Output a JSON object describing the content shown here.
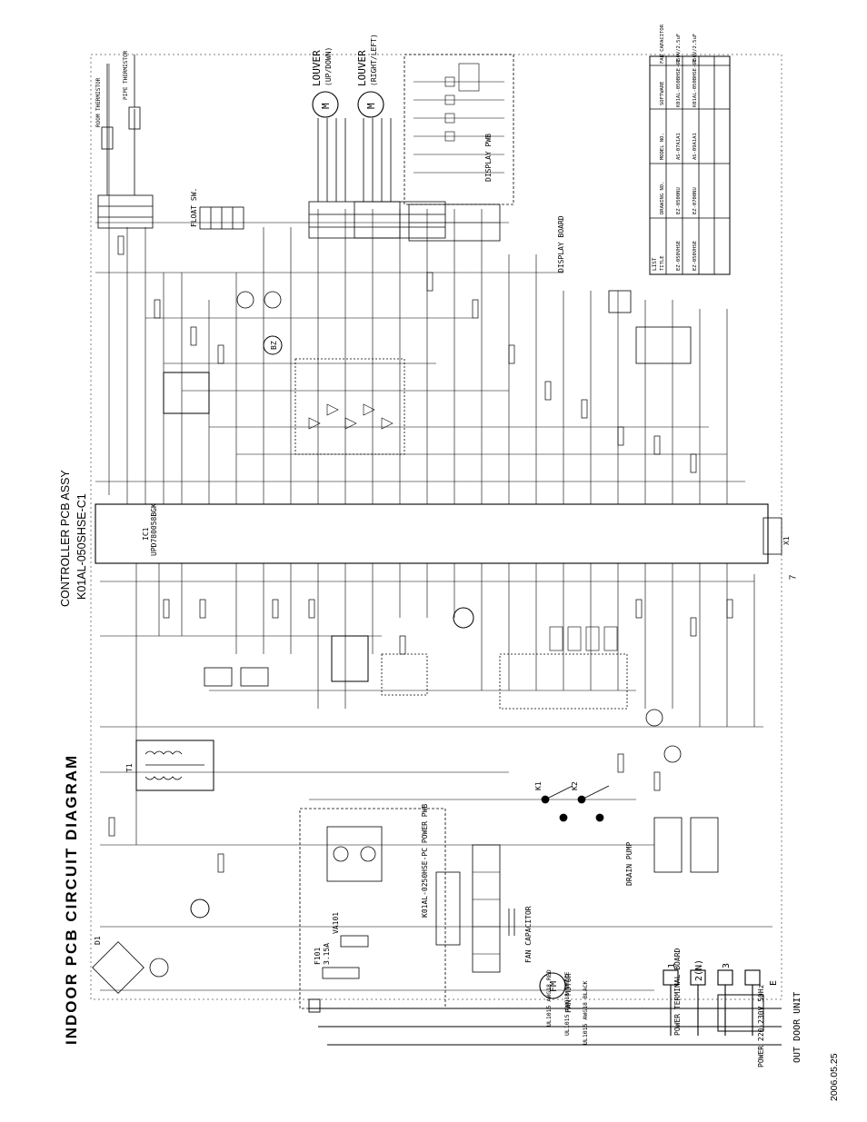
{
  "diagram": {
    "title": "INDOOR PCB CIRCUIT DIAGRAM",
    "assembly": "CONTROLLER PCB ASSY",
    "model": "K01AL-050SHSE-C1",
    "date": "2006.05.25",
    "page_number": "7"
  },
  "labels": {
    "ic1": "IC1",
    "ic1_part": "UPD780058BGK",
    "louver_updown": "LOUVER",
    "louver_updown_sub": "(UP/DOWN)",
    "louver_rightleft": "LOUVER",
    "louver_rightleft_sub": "(RIGHT/LEFT)",
    "motor": "M",
    "fan_motor": "FM",
    "fan_motor_label": "FAN MOTOR",
    "fan_capacitor": "FAN CAPACITOR",
    "drain_pump": "DRAIN PUMP",
    "power_terminal": "POWER TERMINAL BOARD",
    "power_spec": "POWER 220-230V 50Hz",
    "outdoor_unit": "OUT DOOR UNIT",
    "earth": "E",
    "display_pwb": "DISPLAY PWB",
    "power_pwb": "K01AL-0250HSE-PC POWER PWB",
    "buzzer": "BZ",
    "float_sw": "FLOAT SW.",
    "room_thermistor": "ROOM THERMISTOR",
    "pipe_thermistor": "PIPE THERMISTOR",
    "display_board": "DISPLAY BOARD",
    "transformer": "T1",
    "relay_k1": "K1",
    "relay_k2": "K2",
    "bridge": "D1",
    "fuse": "F101",
    "fuse_spec": "3.15A",
    "varistor": "VA101",
    "wire_white": "UL1015 AWG18 WHITE",
    "wire_black": "UL1015 AWG18 BLACK",
    "wire_red": "UL1015 AWG18 RED",
    "crystal": "X1"
  },
  "terminal": [
    "1",
    "2(N)",
    "3"
  ],
  "list_table": {
    "heading": "LIST",
    "headers": [
      "TITLE",
      "DRAWING NO.",
      "MODEL NO.",
      "SOFTWARE",
      "FAN CAPACITOR"
    ],
    "rows": [
      [
        "EZ-050VHSE",
        "EZ-0500NU",
        "AS-07A1A1",
        "K01AL-050BHSE-C1",
        "450V/2.5uF"
      ],
      [
        "EZ-050VHSE",
        "EZ-0700NU",
        "AS-09A1A1",
        "K01AL-050BHSE-C1",
        "450V/2.5uF"
      ]
    ]
  }
}
